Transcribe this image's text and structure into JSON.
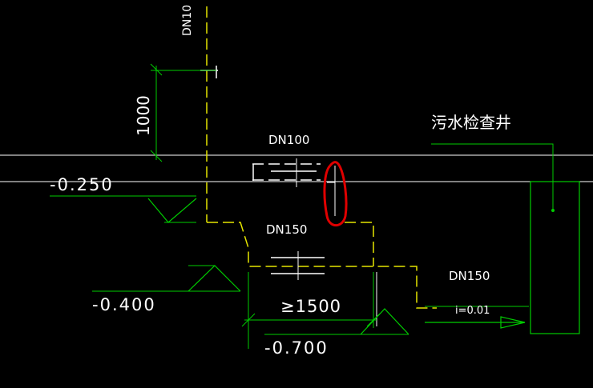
{
  "labels": {
    "dn100_vertical": "DN10",
    "dim_1000": "1000",
    "dn100": "DN100",
    "level_neg_0250": "-0.250",
    "dn150_upper": "DN150",
    "level_neg_0400": "-0.400",
    "min_1500": "≥1500",
    "level_neg_0700": "-0.700",
    "dn150_right": "DN150",
    "slope": "i=0.01",
    "inspection_well": "污水检查井"
  },
  "colors": {
    "background": "#000000",
    "pipe": "#e6e600",
    "ground": "#ffffff",
    "dimension": "#00cc00",
    "markup": "#e00000",
    "text": "#ffffff"
  }
}
